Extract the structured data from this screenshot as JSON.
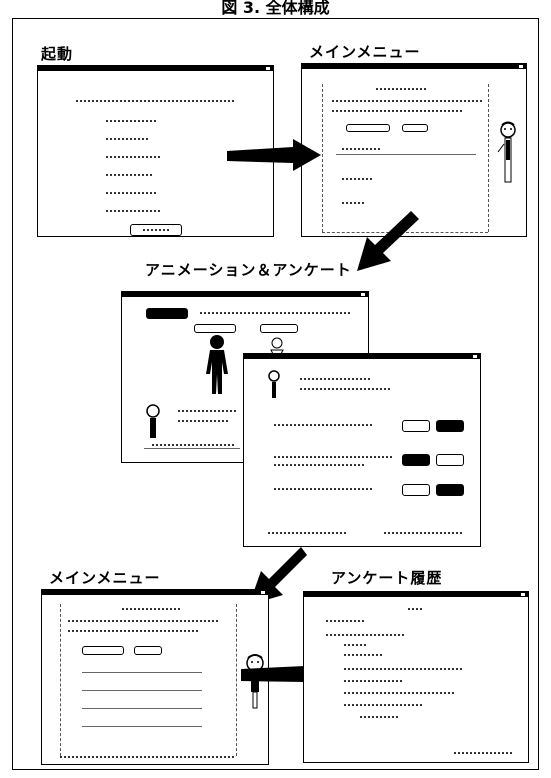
{
  "figure": {
    "caption": "図 3.   全体構成"
  },
  "labels": {
    "startup": "起動",
    "main_menu_top": "メインメニュー",
    "animation_survey": "アニメーション＆アンケート",
    "main_menu_bottom": "メインメニュー",
    "survey_history": "アンケート履歴"
  }
}
